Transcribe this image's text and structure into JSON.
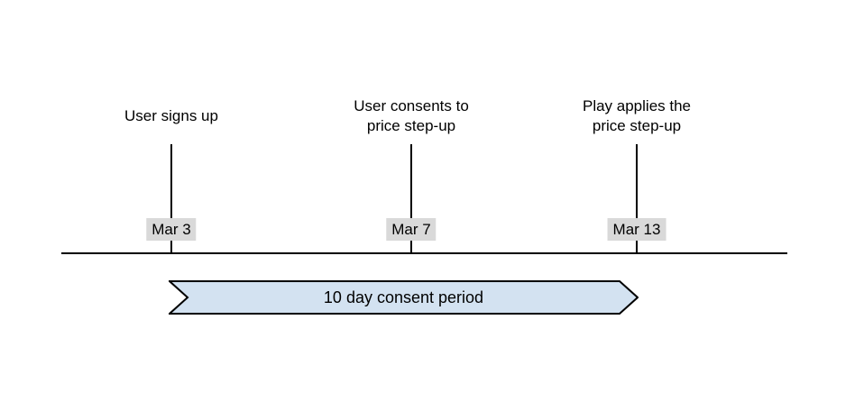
{
  "timeline": {
    "events": [
      {
        "label": "User signs up",
        "date": "Mar 3"
      },
      {
        "label": "User consents to\nprice step-up",
        "date": "Mar 7"
      },
      {
        "label": "Play applies the\nprice step-up",
        "date": "Mar 13"
      }
    ],
    "banner": {
      "label": "10 day consent period"
    }
  },
  "colors": {
    "background": "#ffffff",
    "text": "#000000",
    "line": "#000000",
    "date_badge_bg": "#d9d9d9",
    "banner_fill": "#d3e2f1",
    "banner_stroke": "#000000"
  }
}
